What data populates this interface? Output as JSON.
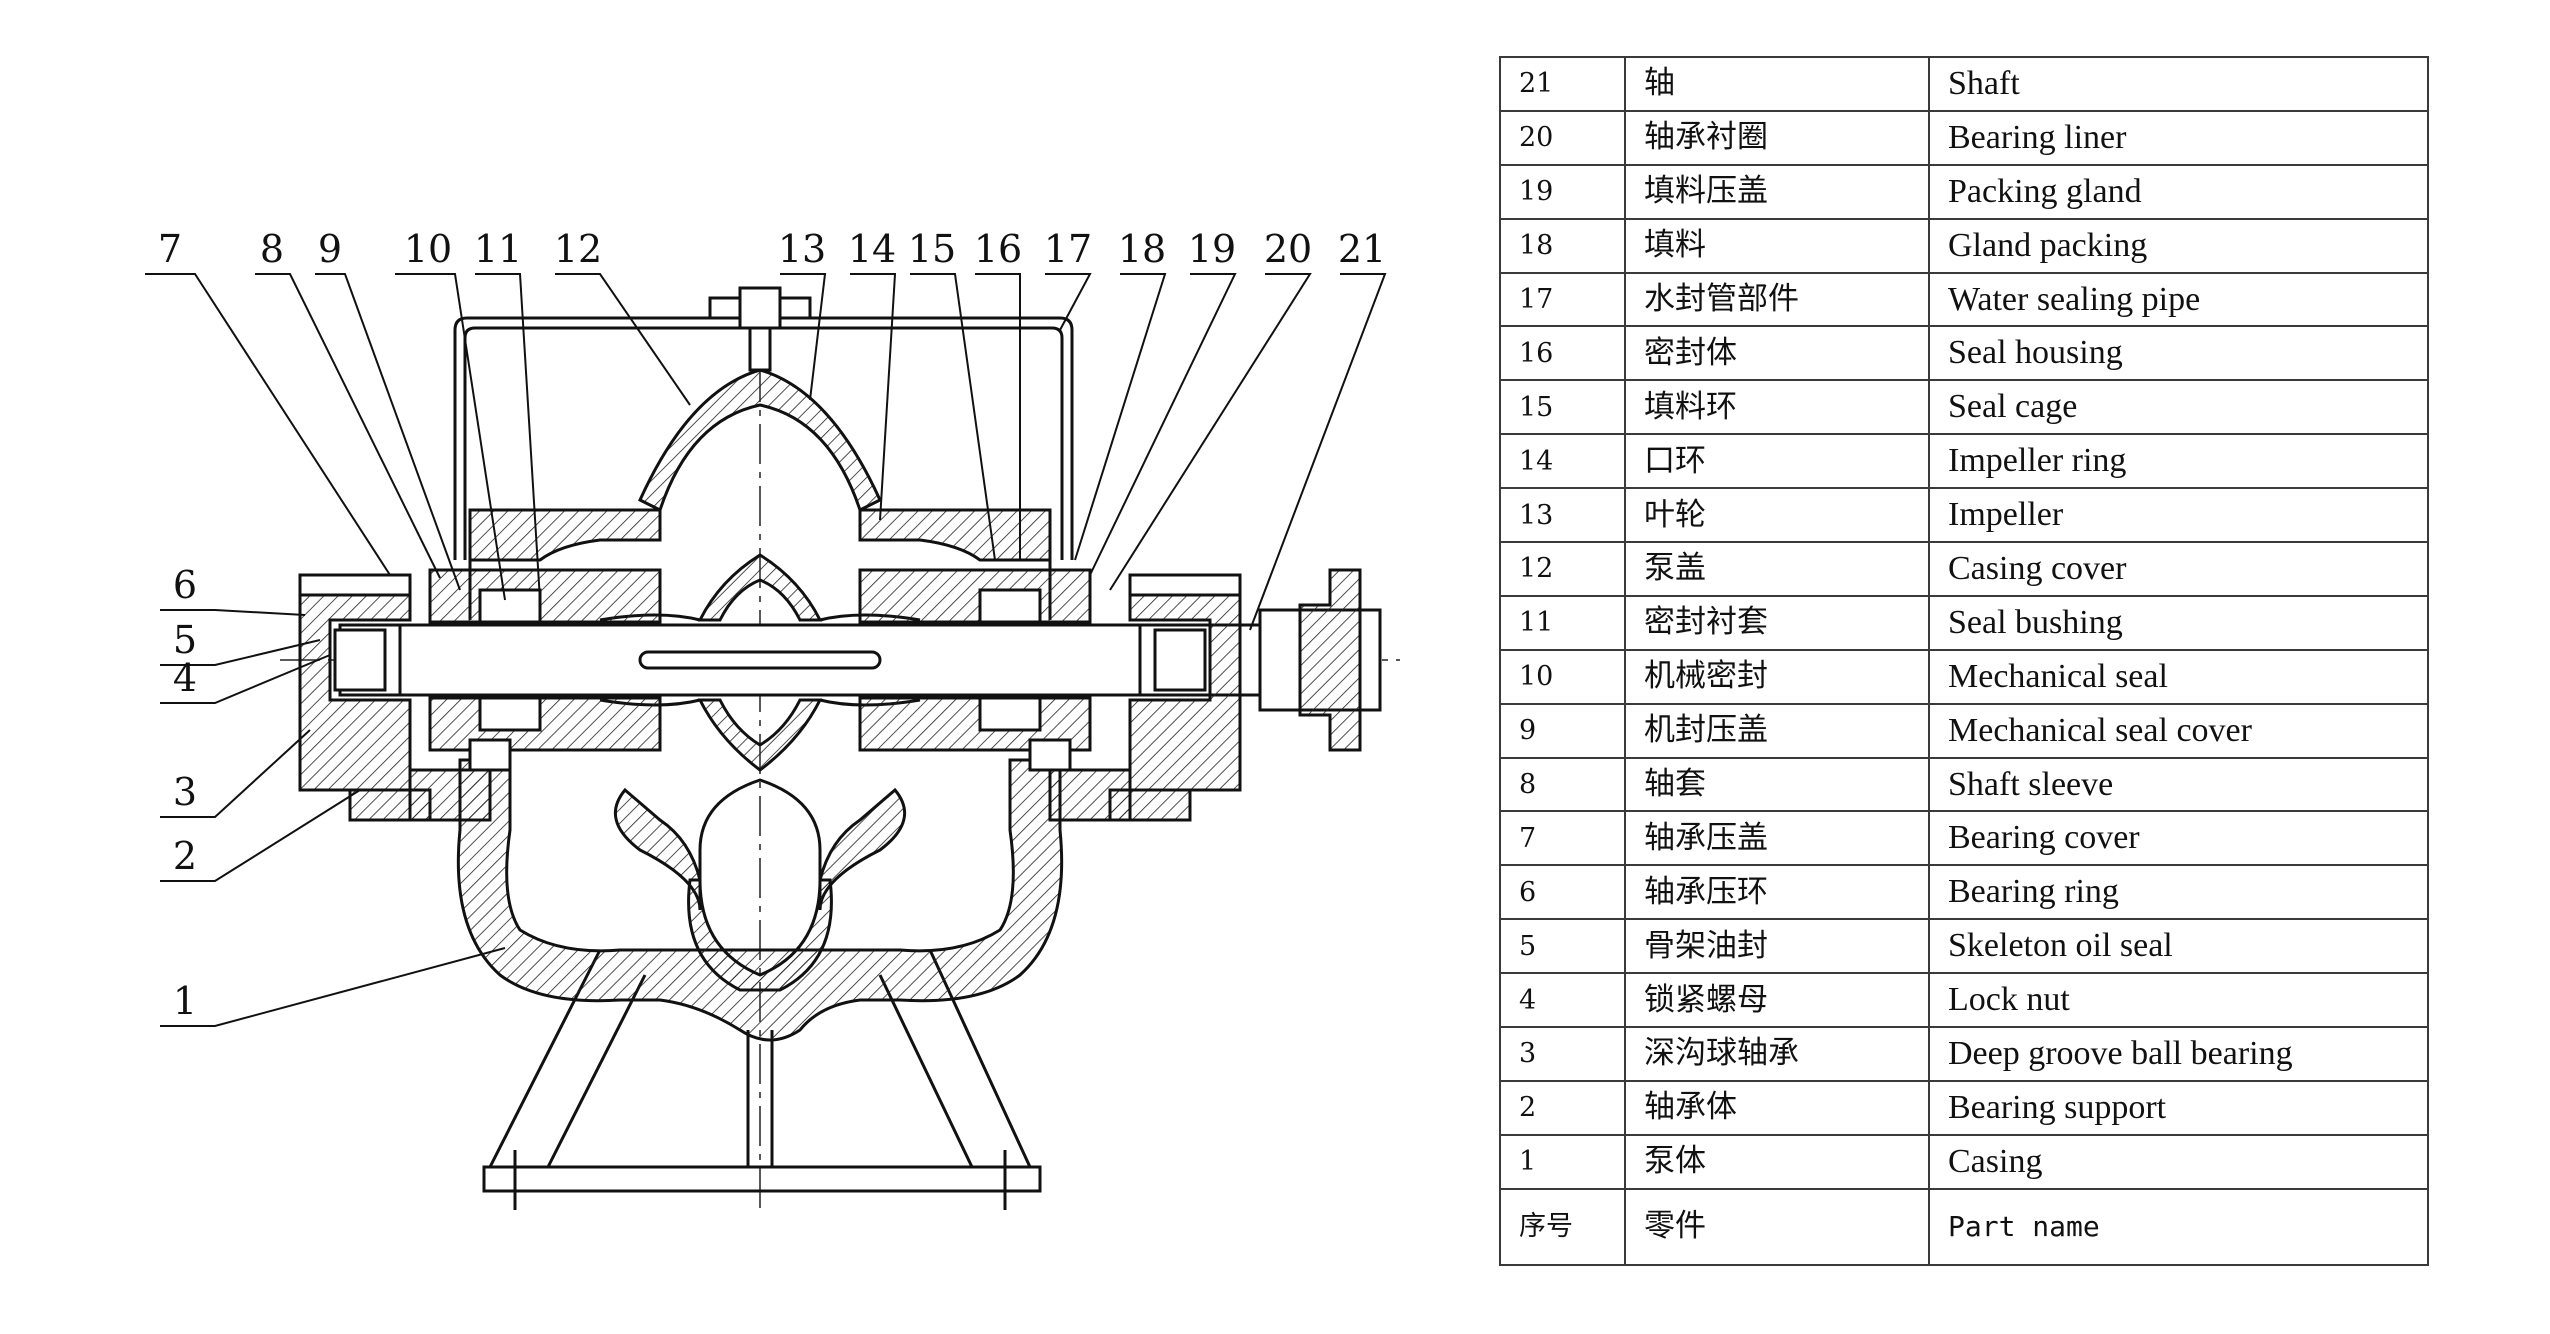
{
  "callouts_top": [
    "7",
    "8",
    "9",
    "10",
    "11",
    "12",
    "13",
    "14",
    "15",
    "16",
    "17",
    "18",
    "19",
    "20",
    "21"
  ],
  "callouts_left": [
    "6",
    "5",
    "4",
    "3",
    "2",
    "1"
  ],
  "parts_table": {
    "header": {
      "no": "序号",
      "zh": "零件",
      "en": "Part name"
    },
    "rows": [
      {
        "no": "21",
        "zh": "轴",
        "en": "Shaft"
      },
      {
        "no": "20",
        "zh": "轴承衬圈",
        "en": "Bearing liner"
      },
      {
        "no": "19",
        "zh": "填料压盖",
        "en": "Packing gland"
      },
      {
        "no": "18",
        "zh": "填料",
        "en": "Gland packing"
      },
      {
        "no": "17",
        "zh": "水封管部件",
        "en": "Water sealing pipe"
      },
      {
        "no": "16",
        "zh": "密封体",
        "en": "Seal housing"
      },
      {
        "no": "15",
        "zh": "填料环",
        "en": "Seal cage"
      },
      {
        "no": "14",
        "zh": "口环",
        "en": "Impeller ring"
      },
      {
        "no": "13",
        "zh": "叶轮",
        "en": "Impeller"
      },
      {
        "no": "12",
        "zh": "泵盖",
        "en": "Casing cover"
      },
      {
        "no": "11",
        "zh": "密封衬套",
        "en": "Seal bushing"
      },
      {
        "no": "10",
        "zh": "机械密封",
        "en": "Mechanical seal"
      },
      {
        "no": "9",
        "zh": "机封压盖",
        "en": "Mechanical seal cover"
      },
      {
        "no": "8",
        "zh": "轴套",
        "en": "Shaft sleeve"
      },
      {
        "no": "7",
        "zh": "轴承压盖",
        "en": "Bearing cover"
      },
      {
        "no": "6",
        "zh": "轴承压环",
        "en": "Bearing ring"
      },
      {
        "no": "5",
        "zh": "骨架油封",
        "en": "Skeleton oil seal"
      },
      {
        "no": "4",
        "zh": "锁紧螺母",
        "en": "Lock nut"
      },
      {
        "no": "3",
        "zh": "深沟球轴承",
        "en": "Deep groove ball bearing"
      },
      {
        "no": "2",
        "zh": "轴承体",
        "en": "Bearing support"
      },
      {
        "no": "1",
        "zh": "泵体",
        "en": "Casing"
      }
    ]
  }
}
